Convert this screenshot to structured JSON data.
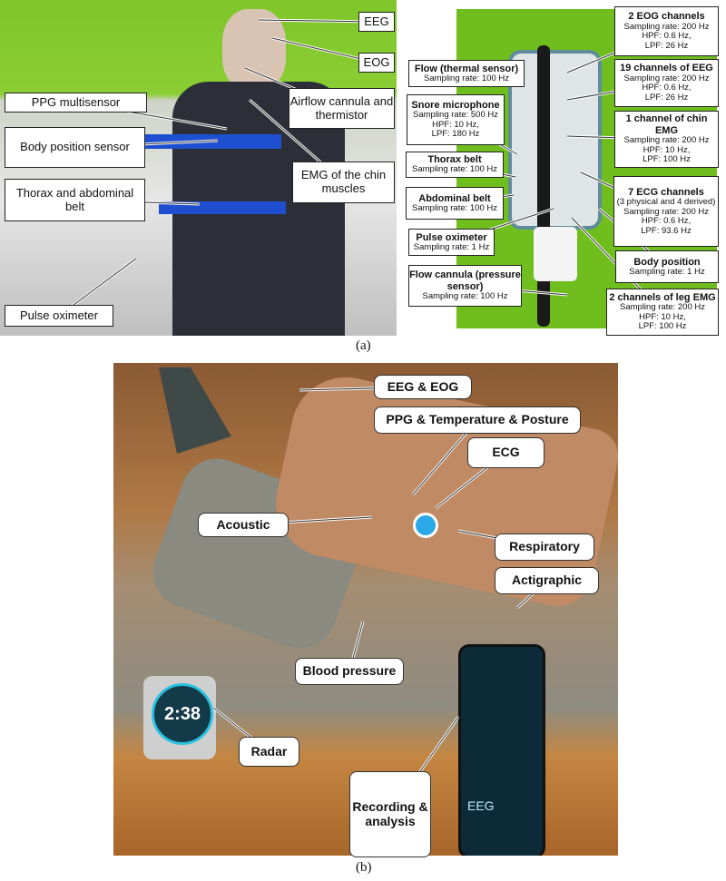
{
  "panel_a": {
    "caption": "(a)",
    "left_labels": [
      {
        "title": "EEG"
      },
      {
        "title": "EOG"
      },
      {
        "title": "Airflow cannula and thermistor"
      },
      {
        "title": "PPG multisensor"
      },
      {
        "title": "Body position sensor"
      },
      {
        "title": "Thorax and abdominal belt"
      },
      {
        "title": "EMG of the chin muscles"
      },
      {
        "title": "Pulse oximeter"
      }
    ],
    "right_labels": [
      {
        "title": "Flow (thermal sensor)",
        "lines": [
          "Sampling rate: 100 Hz"
        ]
      },
      {
        "title": "Snore microphone",
        "lines": [
          "Sampling rate: 500 Hz",
          "HPF: 10 Hz,",
          "LPF: 180 Hz"
        ]
      },
      {
        "title": "Thorax belt",
        "lines": [
          "Sampling rate: 100 Hz"
        ]
      },
      {
        "title": "Abdominal belt",
        "lines": [
          "Sampling rate: 100 Hz"
        ]
      },
      {
        "title": "Pulse oximeter",
        "lines": [
          "Sampling rate: 1 Hz"
        ]
      },
      {
        "title": "Flow cannula (pressure sensor)",
        "lines": [
          "Sampling rate: 100 Hz"
        ]
      },
      {
        "title": "2 EOG channels",
        "lines": [
          "Sampling rate: 200 Hz",
          "HPF: 0.6 Hz,",
          "LPF: 26 Hz"
        ]
      },
      {
        "title": "19 channels of EEG",
        "lines": [
          "Sampling rate: 200 Hz",
          "HPF: 0.6 Hz,",
          "LPF: 26 Hz"
        ]
      },
      {
        "title": "1 channel of chin EMG",
        "lines": [
          "Sampling rate: 200 Hz",
          "HPF: 10 Hz,",
          "LPF: 100 Hz"
        ]
      },
      {
        "title": "7 ECG channels",
        "lines": [
          "(3 physical and 4 derived)",
          "Sampling rate: 200 Hz",
          "HPF: 0.6 Hz,",
          "LPF: 93.6 Hz"
        ]
      },
      {
        "title": "Body position",
        "lines": [
          "Sampling rate: 1 Hz"
        ]
      },
      {
        "title": "2 channels of leg EMG",
        "lines": [
          "Sampling rate: 200 Hz",
          "HPF: 10 Hz,",
          "LPF: 100 Hz"
        ]
      }
    ]
  },
  "panel_b": {
    "caption": "(b)",
    "labels": [
      {
        "title": "EEG & EOG"
      },
      {
        "title": "PPG & Temperature & Posture"
      },
      {
        "title": "ECG"
      },
      {
        "title": "Acoustic"
      },
      {
        "title": "Respiratory"
      },
      {
        "title": "Actigraphic"
      },
      {
        "title": "Blood pressure"
      },
      {
        "title": "Radar"
      },
      {
        "title": "Recording & analysis"
      }
    ],
    "clock_time": "2:38",
    "phone_label": "EEG"
  },
  "colors": {
    "green_screen": "#6fbe1e",
    "sensor_blue": "#2aa8e8"
  }
}
